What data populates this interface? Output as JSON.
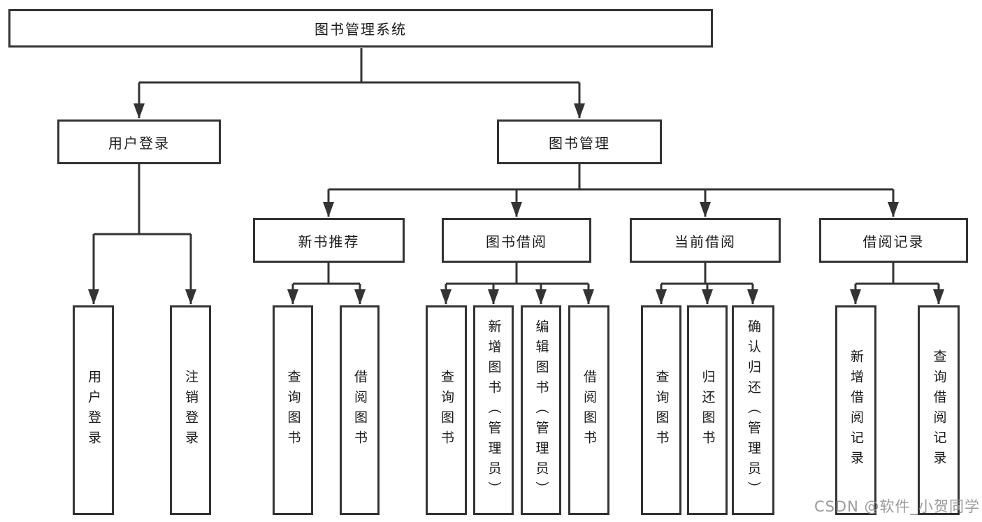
{
  "diagram_title": "图书管理系统",
  "tree": {
    "label": "图书管理系统",
    "children": [
      {
        "label": "用户登录",
        "children": [
          {
            "label": "用户登录"
          },
          {
            "label": "注销登录"
          }
        ]
      },
      {
        "label": "图书管理",
        "children": [
          {
            "label": "新书推荐",
            "children": [
              {
                "label": "查询图书"
              },
              {
                "label": "借阅图书"
              }
            ]
          },
          {
            "label": "图书借阅",
            "children": [
              {
                "label": "查询图书"
              },
              {
                "label": "新增图书（管理员）"
              },
              {
                "label": "编辑图书（管理员）"
              },
              {
                "label": "借阅图书"
              }
            ]
          },
          {
            "label": "当前借阅",
            "children": [
              {
                "label": "查询图书"
              },
              {
                "label": "归还图书"
              },
              {
                "label": "确认归还（管理员）"
              }
            ]
          },
          {
            "label": "借阅记录",
            "children": [
              {
                "label": "新增借阅记录"
              },
              {
                "label": "查询借阅记录"
              }
            ]
          }
        ]
      }
    ]
  },
  "watermark": {
    "text": "CSDN @软件_小贺同学",
    "color": "#9b9b9b"
  },
  "colors": {
    "line": "#333333",
    "box_border": "#333333",
    "text": "#1a1a1a",
    "background": "#ffffff"
  }
}
